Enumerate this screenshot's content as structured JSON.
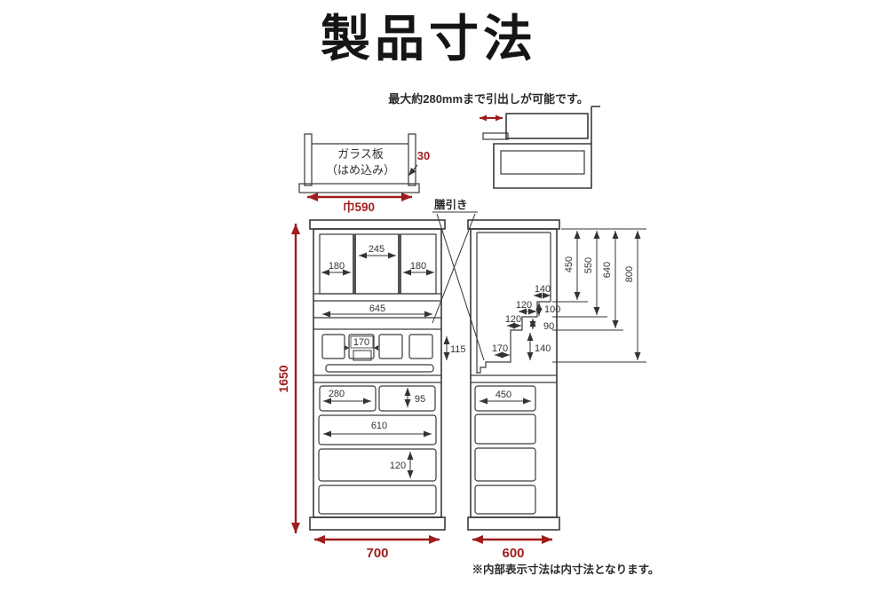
{
  "title": "製品寸法",
  "top_note": "最大約280mmまで引出しが可能です。",
  "glass_detail": {
    "label_line1": "ガラス板",
    "label_line2": "（はめ込み）",
    "thickness": "30",
    "width": "巾590"
  },
  "zenbiki_label": "膳引き",
  "front_view": {
    "total_height": "1650",
    "total_width": "700",
    "top_left_width": "180",
    "top_center_width": "245",
    "top_right_width": "180",
    "shelf_width": "645",
    "small_drawer_width": "170",
    "small_row_height": "115",
    "drawer_width_280": "280",
    "drawer_height_95": "95",
    "drawer_width_610": "610",
    "drawer_height_120": "120"
  },
  "side_view": {
    "total_depth": "600",
    "depth_450": "450",
    "depth_550": "550",
    "depth_640": "640",
    "depth_800": "800",
    "step_top_width": "140",
    "step_mid_width": "120",
    "step_top_height": "100",
    "step_low_width": "120",
    "step_mid_height": "90",
    "tray_depth": "170",
    "step_height_140": "140",
    "drawer_depth": "450"
  },
  "footer_note": "※内部表示寸法は内寸法となります。",
  "colors": {
    "dimension_red": "#9e1c1c",
    "line_color": "#3a3a3a"
  }
}
